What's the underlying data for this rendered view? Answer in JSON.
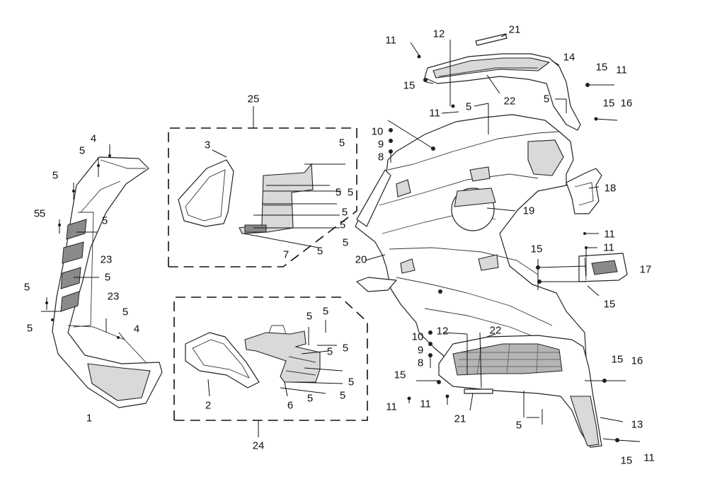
{
  "callouts": [
    {
      "id": "c-25",
      "text": "25"
    },
    {
      "id": "c-24",
      "text": "24"
    },
    {
      "id": "c-3",
      "text": "3"
    },
    {
      "id": "c-7",
      "text": "7"
    },
    {
      "id": "c-2",
      "text": "2"
    },
    {
      "id": "c-6",
      "text": "6"
    },
    {
      "id": "c-1",
      "text": "1"
    },
    {
      "id": "c-4a",
      "text": "4"
    },
    {
      "id": "c-4b",
      "text": "4"
    },
    {
      "id": "c-23a",
      "text": "23"
    },
    {
      "id": "c-23b",
      "text": "23"
    },
    {
      "id": "c-5-l1",
      "text": "5"
    },
    {
      "id": "c-5-l2",
      "text": "5"
    },
    {
      "id": "c-5-l3",
      "text": "5"
    },
    {
      "id": "c-5-l4",
      "text": "5"
    },
    {
      "id": "c-5-l5",
      "text": "5"
    },
    {
      "id": "c-5-l6",
      "text": "5"
    },
    {
      "id": "c-5-l7",
      "text": "5"
    },
    {
      "id": "c-5-l8",
      "text": "5"
    },
    {
      "id": "c-5-l9",
      "text": "5"
    },
    {
      "id": "c-5-u1",
      "text": "5"
    },
    {
      "id": "c-5-u2",
      "text": "5"
    },
    {
      "id": "c-5-u3",
      "text": "5"
    },
    {
      "id": "c-5-u4",
      "text": "5"
    },
    {
      "id": "c-5-u5",
      "text": "5"
    },
    {
      "id": "c-5-u6",
      "text": "5"
    },
    {
      "id": "c-5-u7",
      "text": "5"
    },
    {
      "id": "c-5-b1",
      "text": "5"
    },
    {
      "id": "c-5-b2",
      "text": "5"
    },
    {
      "id": "c-5-b3",
      "text": "5"
    },
    {
      "id": "c-5-b4",
      "text": "5"
    },
    {
      "id": "c-5-b5",
      "text": "5"
    },
    {
      "id": "c-5-b6",
      "text": "5"
    },
    {
      "id": "c-5-b7",
      "text": "5"
    },
    {
      "id": "c-5-r1",
      "text": "5"
    },
    {
      "id": "c-5-r2",
      "text": "5"
    },
    {
      "id": "c-5-r3",
      "text": "5"
    },
    {
      "id": "c-11-a",
      "text": "11"
    },
    {
      "id": "c-11-b",
      "text": "11"
    },
    {
      "id": "c-11-c",
      "text": "11"
    },
    {
      "id": "c-11-d",
      "text": "11"
    },
    {
      "id": "c-11-e",
      "text": "11"
    },
    {
      "id": "c-11-f",
      "text": "11"
    },
    {
      "id": "c-11-g",
      "text": "11"
    },
    {
      "id": "c-11-h",
      "text": "11"
    },
    {
      "id": "c-12-a",
      "text": "12"
    },
    {
      "id": "c-12-b",
      "text": "12"
    },
    {
      "id": "c-21-a",
      "text": "21"
    },
    {
      "id": "c-21-b",
      "text": "21"
    },
    {
      "id": "c-22-a",
      "text": "22"
    },
    {
      "id": "c-22-b",
      "text": "22"
    },
    {
      "id": "c-14",
      "text": "14"
    },
    {
      "id": "c-15-a",
      "text": "15"
    },
    {
      "id": "c-15-b",
      "text": "15"
    },
    {
      "id": "c-15-c",
      "text": "15"
    },
    {
      "id": "c-15-d",
      "text": "15"
    },
    {
      "id": "c-15-e",
      "text": "15"
    },
    {
      "id": "c-15-f",
      "text": "15"
    },
    {
      "id": "c-15-g",
      "text": "15"
    },
    {
      "id": "c-15-h",
      "text": "15"
    },
    {
      "id": "c-16-a",
      "text": "16"
    },
    {
      "id": "c-16-b",
      "text": "16"
    },
    {
      "id": "c-10-a",
      "text": "10"
    },
    {
      "id": "c-10-b",
      "text": "10"
    },
    {
      "id": "c-9-a",
      "text": "9"
    },
    {
      "id": "c-9-b",
      "text": "9"
    },
    {
      "id": "c-8-a",
      "text": "8"
    },
    {
      "id": "c-8-b",
      "text": "8"
    },
    {
      "id": "c-18",
      "text": "18"
    },
    {
      "id": "c-19",
      "text": "19"
    },
    {
      "id": "c-20",
      "text": "20"
    },
    {
      "id": "c-17",
      "text": "17"
    },
    {
      "id": "c-13",
      "text": "13"
    }
  ]
}
